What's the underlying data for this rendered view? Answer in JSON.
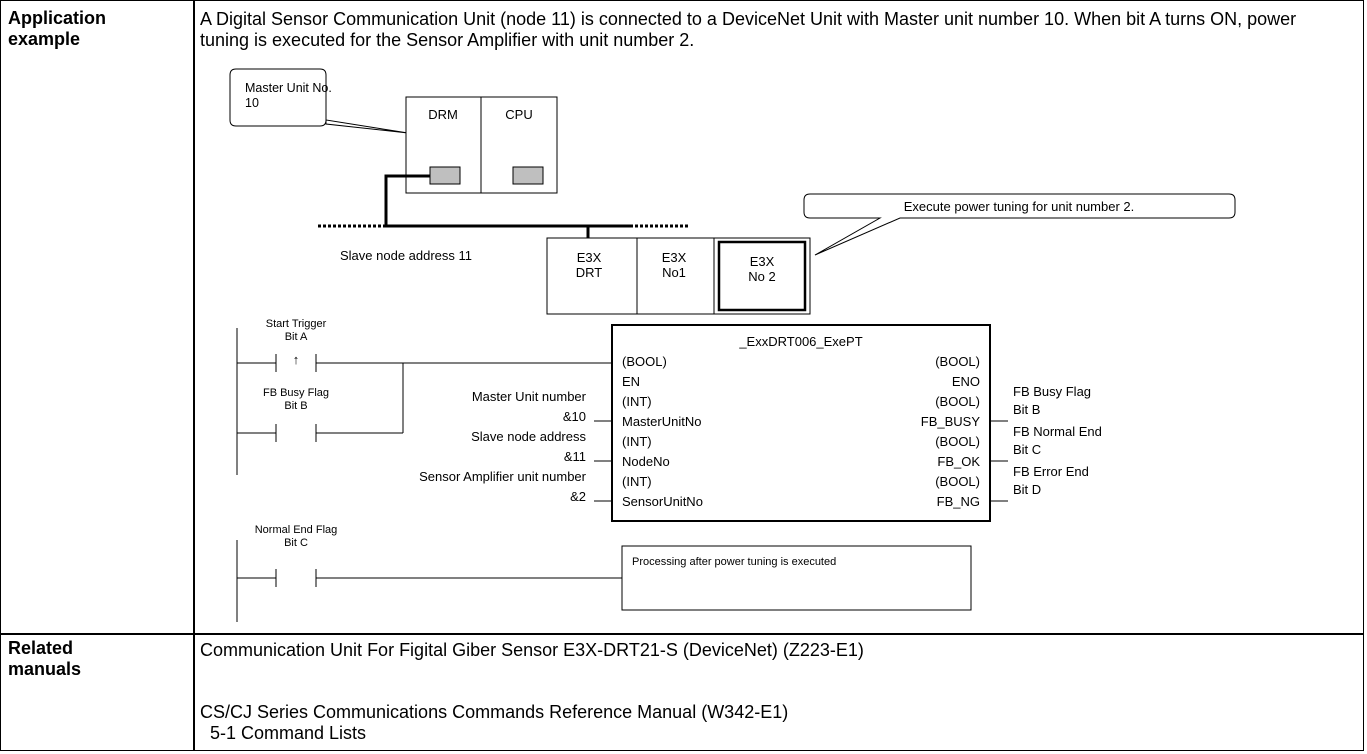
{
  "application": {
    "label_line1": "Application",
    "label_line2": "example",
    "description": "A Digital Sensor Communication Unit (node 11) is connected to a DeviceNet Unit with Master unit number 10. When bit A turns ON, power tuning is executed for the Sensor Amplifier with unit number 2."
  },
  "diagram": {
    "callout_master": [
      "Master Unit No.",
      "10"
    ],
    "plc_units": [
      "DRM",
      "CPU"
    ],
    "callout_execute": "Execute power tuning for unit number 2.",
    "slave_label": "Slave node address 11",
    "slave_units": [
      [
        "E3X",
        "DRT"
      ],
      [
        "E3X",
        "No1"
      ],
      [
        "E3X",
        "No 2"
      ]
    ],
    "start_trigger": [
      "Start Trigger",
      "Bit A"
    ],
    "rising_edge": "↑",
    "busy_contact": [
      "FB Busy Flag",
      "Bit B"
    ],
    "fb_name": "_ExxDRT006_ExePT",
    "left_pins": [
      [
        "(BOOL)",
        "EN"
      ],
      [
        "(INT)",
        "MasterUnitNo"
      ],
      [
        "(INT)",
        "NodeNo"
      ],
      [
        "(INT)",
        "SensorUnitNo"
      ]
    ],
    "right_pins": [
      [
        "(BOOL)",
        "ENO"
      ],
      [
        "(BOOL)",
        "FB_BUSY"
      ],
      [
        "(BOOL)",
        "FB_OK"
      ],
      [
        "(BOOL)",
        "FB_NG"
      ]
    ],
    "inputs": [
      [
        "Master Unit number",
        "&10"
      ],
      [
        "Slave node address",
        "&11"
      ],
      [
        "Sensor Amplifier unit number",
        "&2"
      ]
    ],
    "outputs": [
      [
        "FB Busy Flag",
        "Bit B"
      ],
      [
        "FB Normal End",
        "Bit C"
      ],
      [
        "FB Error End",
        "Bit D"
      ]
    ],
    "normal_end": [
      "Normal End Flag",
      "Bit C"
    ],
    "processing_box": "Processing after power tuning is executed"
  },
  "related": {
    "label_line1": "Related",
    "label_line2": "manuals",
    "manual1": "Communication Unit For Figital Giber Sensor E3X-DRT21-S (DeviceNet) (Z223-E1)",
    "manual2": "CS/CJ Series Communications Commands Reference Manual (W342-E1)",
    "manual2_sub": "5-1 Command Lists"
  }
}
